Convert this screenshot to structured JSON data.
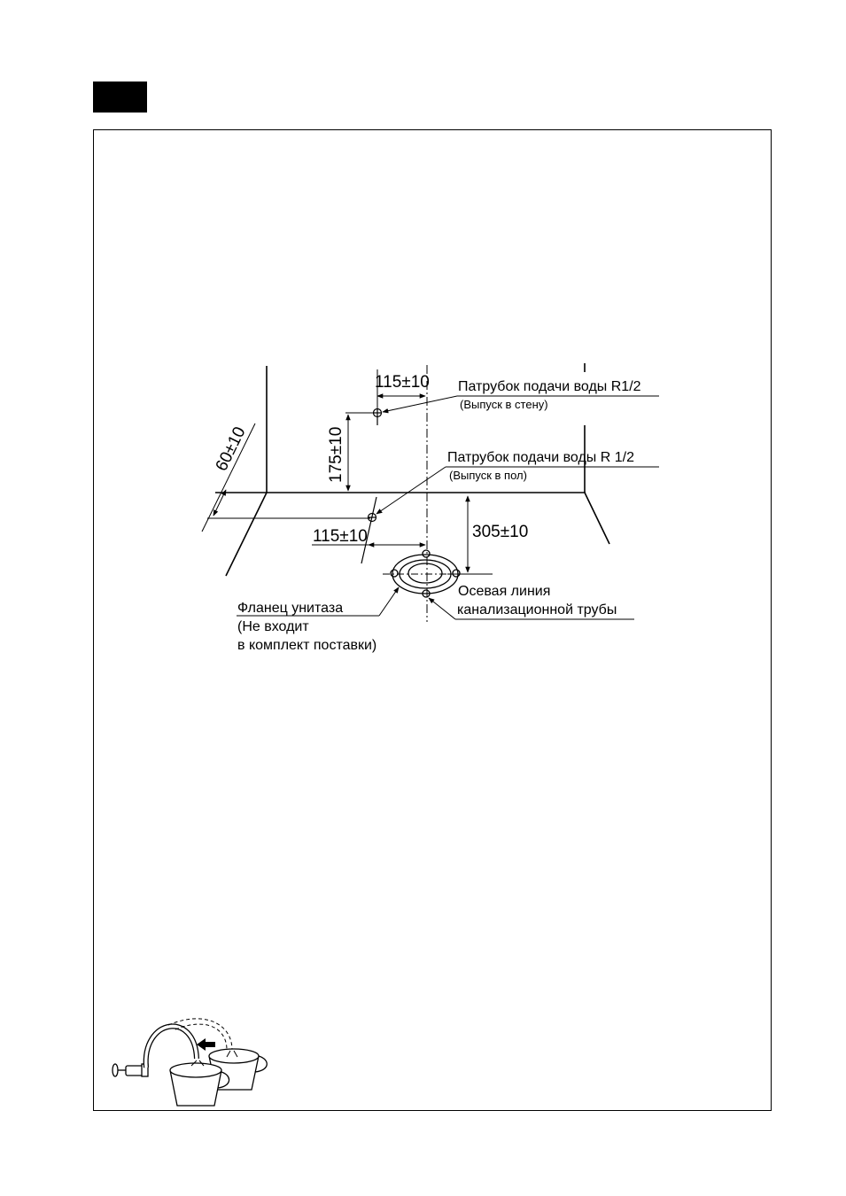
{
  "dimensions": {
    "wall_outlet_offset": "115±10",
    "wall_outlet_height": "175±10",
    "floor_depth": "60±10",
    "floor_outlet_offset": "115±10",
    "flange_distance": "305±10"
  },
  "labels": {
    "wall_pipe": "Патрубок подачи воды R1/2",
    "wall_pipe_note": "(Выпуск в стену)",
    "floor_pipe": "Патрубок подачи воды R 1/2",
    "floor_pipe_note": "(Выпуск в пол)",
    "axis_line_1": "Осевая линия",
    "axis_line_2": "канализационной трубы",
    "flange_1": "Фланец унитаза",
    "flange_2": "(Не входит",
    "flange_3": "в комплект поставки)"
  }
}
